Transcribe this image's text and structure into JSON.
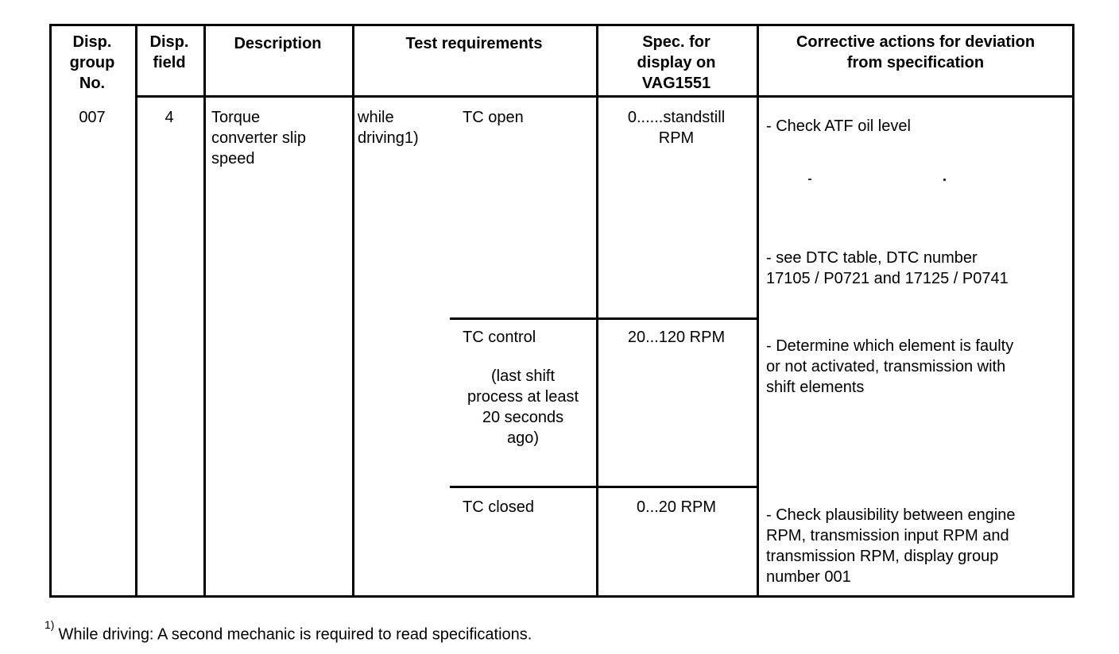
{
  "table": {
    "headers": {
      "disp_group_no": "Disp.\ngroup\nNo.",
      "disp_field": "Disp.\nfield",
      "description": "Description",
      "test_requirements": "Test requirements",
      "spec_display": "Spec. for\ndisplay on\nVAG1551",
      "corrective_actions": "Corrective actions for deviation\nfrom specification"
    },
    "row": {
      "disp_group_no": "007",
      "disp_field": "4",
      "description": "Torque\nconverter slip\nspeed",
      "test_condition": "while\ndriving1)",
      "states": [
        {
          "label": "TC open",
          "note": "",
          "spec": "0......standstill\nRPM"
        },
        {
          "label": "TC control",
          "note": "(last shift\nprocess at least\n20 seconds\nago)",
          "spec": "20...120 RPM"
        },
        {
          "label": "TC closed",
          "note": "",
          "spec": "0...20 RPM"
        }
      ],
      "corrective_actions": [
        "- Check ATF oil level",
        "- see DTC table, DTC number\n17105 / P0721 and 17125 / P0741",
        "- Determine which element is faulty\nor not activated, transmission with\nshift elements",
        "- Check plausibility between engine\nRPM, transmission input RPM and\ntransmission RPM, display group\nnumber 001"
      ]
    }
  },
  "footnote": {
    "marker": "1)",
    "text": "While driving: A second mechanic is required to read specifications."
  },
  "colors": {
    "background": "#ffffff",
    "text": "#000000",
    "border": "#000000"
  }
}
